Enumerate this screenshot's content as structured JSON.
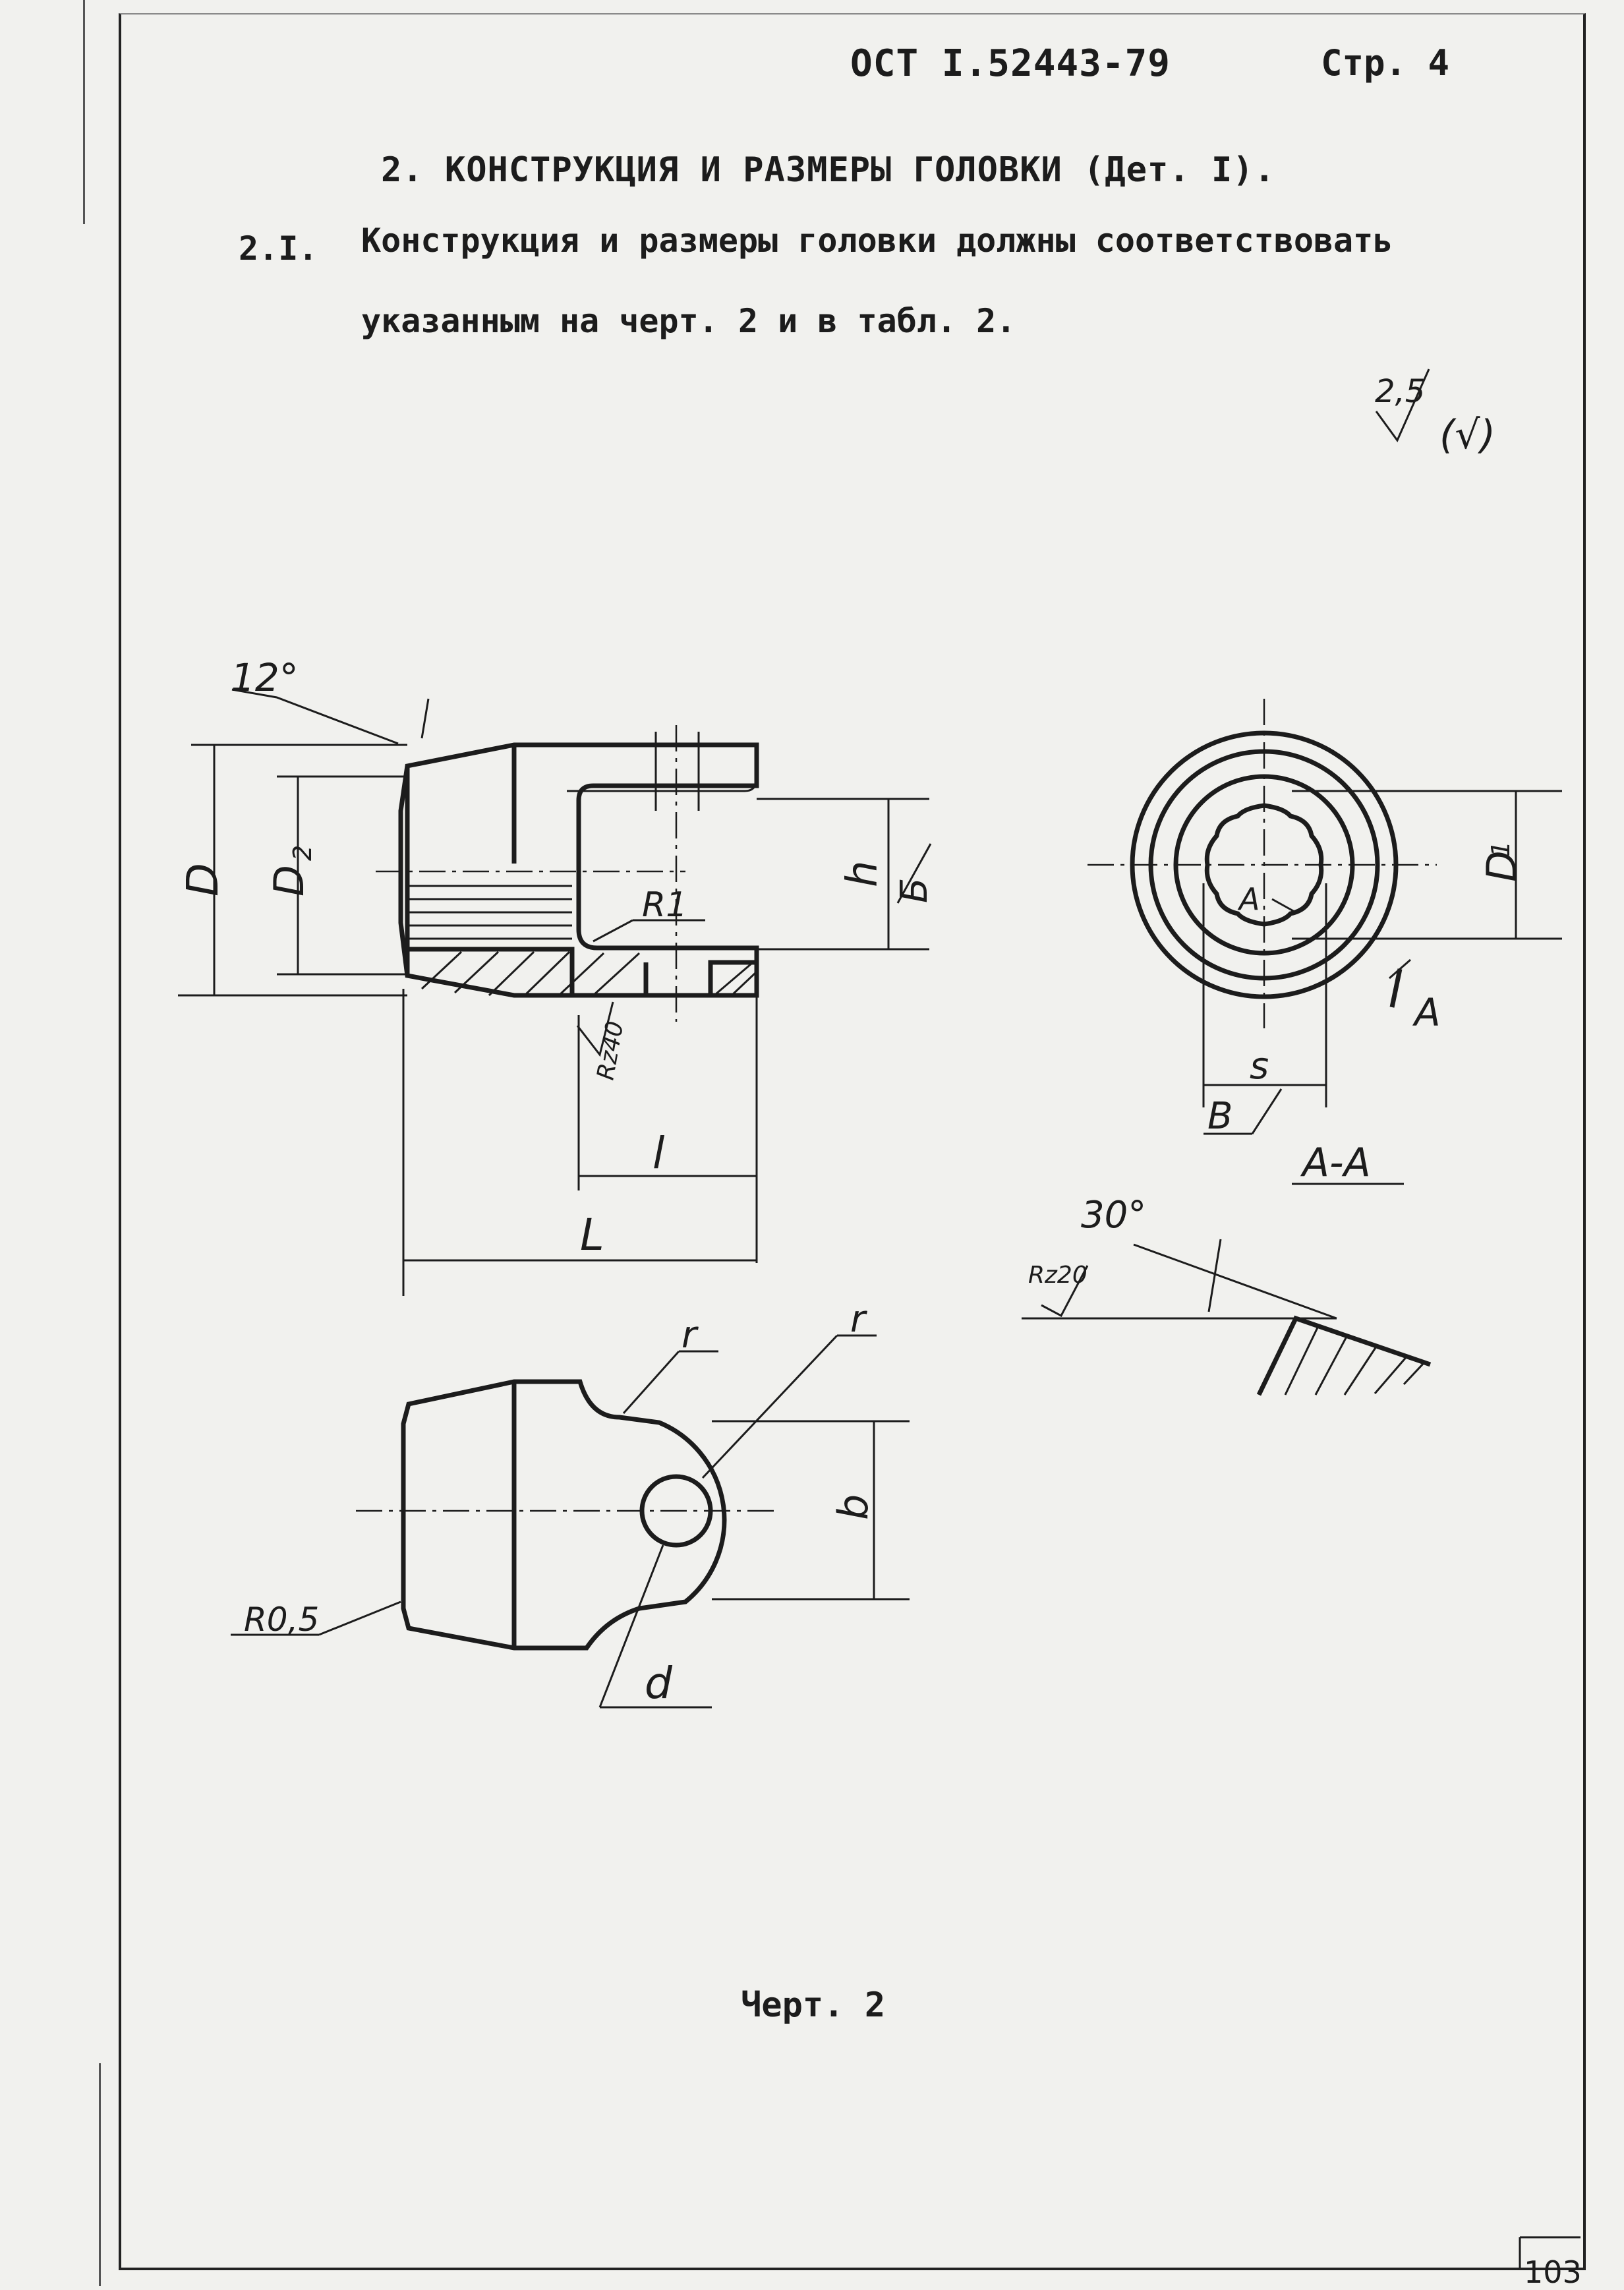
{
  "header": {
    "standard_code": "ОСТ I.52443-79",
    "page_label": "Стр. 4"
  },
  "section": {
    "title": "2.  КОНСТРУКЦИЯ И РАЗМЕРЫ ГОЛОВКИ  (Дет. I)."
  },
  "clause": {
    "number": "2.I.",
    "line1": "Конструкция и размеры головки должны соответствовать",
    "line2": "указанным на черт. 2 и в табл.  2."
  },
  "roughness": {
    "value": "2,5",
    "bracket_symbol": "(√)"
  },
  "drawing_labels": {
    "angle_12": "12°",
    "dim_D": "D",
    "dim_D2": "D",
    "dim_D2_sub": "2",
    "dim_h": "h",
    "dim_B_cyr": "Б",
    "radius_R1": "R1",
    "rz40": "Rz40",
    "dim_l": "l",
    "dim_L": "L",
    "dim_D1": "D",
    "dim_D1_sub": "1",
    "section_A_mark": "A",
    "view_A_inner": "A",
    "dim_s": "s",
    "dim_B_lat": "B",
    "section_AA": "А-А",
    "angle_30": "30°",
    "rz20": "Rz20",
    "radius_r1": "r",
    "radius_r2": "r",
    "dim_b": "b",
    "radius_R05": "R0,5",
    "dim_d": "d"
  },
  "caption": "Черт.  2",
  "page_number": "103"
}
